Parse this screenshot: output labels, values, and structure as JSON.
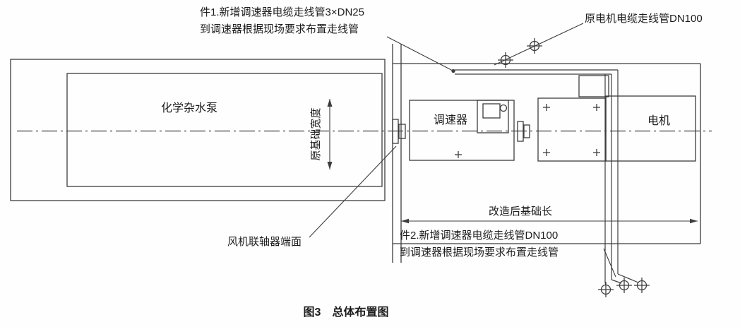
{
  "notes": {
    "note1": {
      "line1": "件1.新增调速器电缆走线管3×DN25",
      "line2": "到调速器根据现场要求布置走线管"
    },
    "motor_cable": "原电机电缆走线管DN100",
    "note2": {
      "line1": "件2.新增调速器电缆走线管DN100",
      "line2": "到调速器根据现场要求布置走线管"
    },
    "coupling_label": "风机联轴器端面"
  },
  "components": {
    "pump": "化学杂水泵",
    "governor": "调速器",
    "motor": "电机"
  },
  "dimensions": {
    "foundation_width": "原基础宽度",
    "foundation_length": "改造后基础长"
  },
  "caption": "图3　总体布置图",
  "colors": {
    "line": "#3d3d3d",
    "text": "#1c1c1c",
    "background": "#fefefe"
  }
}
